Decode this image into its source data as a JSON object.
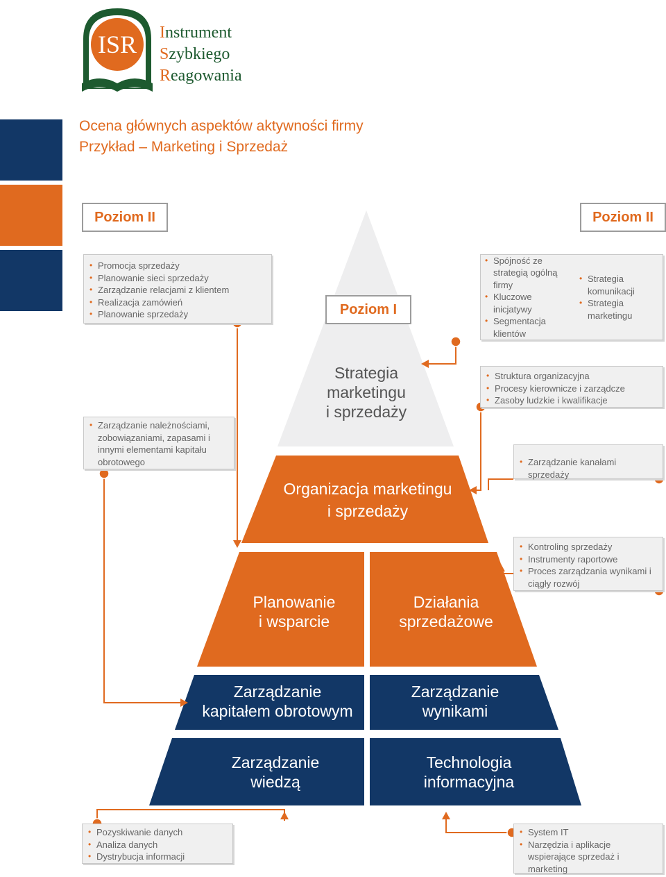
{
  "logo": {
    "monogram": "ISR",
    "lines": [
      {
        "initial": "I",
        "rest": "nstrument"
      },
      {
        "initial": "S",
        "rest": "zybkiego"
      },
      {
        "initial": "R",
        "rest": "eagowania"
      }
    ]
  },
  "title": {
    "line1": "Ocena głównych aspektów aktywności firmy",
    "line2": "Przykład – Marketing i Sprzedaż"
  },
  "levels": {
    "left": "Poziom II",
    "right": "Poziom II",
    "center": "Poziom I"
  },
  "pyramid": {
    "top": [
      "Strategia",
      "marketingu",
      "i sprzedaży"
    ],
    "tier2": [
      "Organizacja marketingu",
      "i sprzedaży"
    ],
    "tier3_left": [
      "Planowanie",
      "i wsparcie"
    ],
    "tier3_right": [
      "Działania",
      "sprzedażowe"
    ],
    "tier4_left": [
      "Zarządzanie",
      "kapitałem obrotowym"
    ],
    "tier4_right": [
      "Zarządzanie",
      "wynikami"
    ],
    "tier5_left": [
      "Zarządzanie",
      "wiedzą"
    ],
    "tier5_right": [
      "Technologia",
      "informacyjna"
    ]
  },
  "boxes": {
    "sales_ops": [
      "Promocja sprzedaży",
      "Planowanie sieci sprzedaży",
      "Zarządzanie relacjami z klientem",
      "Realizacja zamówień",
      "Planowanie sprzedaży"
    ],
    "strategy_col1": [
      "Spójność ze strategią ogólną firmy",
      "Kluczowe inicjatywy",
      "Segmentacja klientów"
    ],
    "strategy_col2": [
      "Strategia komunikacji",
      "Strategia marketingu"
    ],
    "working_capital": [
      "Zarządzanie należnościami, zobowiązaniami, zapasami i innymi elementami kapitału obrotowego"
    ],
    "organization": [
      "Struktura organizacyjna",
      "Procesy kierownicze i zarządcze",
      "Zasoby ludzkie i kwalifikacje"
    ],
    "channels": [
      "Zarządzanie kanałami sprzedaży"
    ],
    "controlling": [
      "Kontroling sprzedaży",
      "Instrumenty raportowe",
      "Proces zarządzania wynikami i ciągły rozwój"
    ],
    "knowledge": [
      "Pozyskiwanie danych",
      "Analiza danych",
      "Dystrybucja informacji"
    ],
    "it": [
      "System IT",
      "Narzędzia i aplikacje wspierające sprzedaż i marketing"
    ]
  },
  "colors": {
    "orange": "#e06a1f",
    "navy": "#123766",
    "light_gray": "#eeeeef",
    "logo_green": "#1d5a2f"
  }
}
